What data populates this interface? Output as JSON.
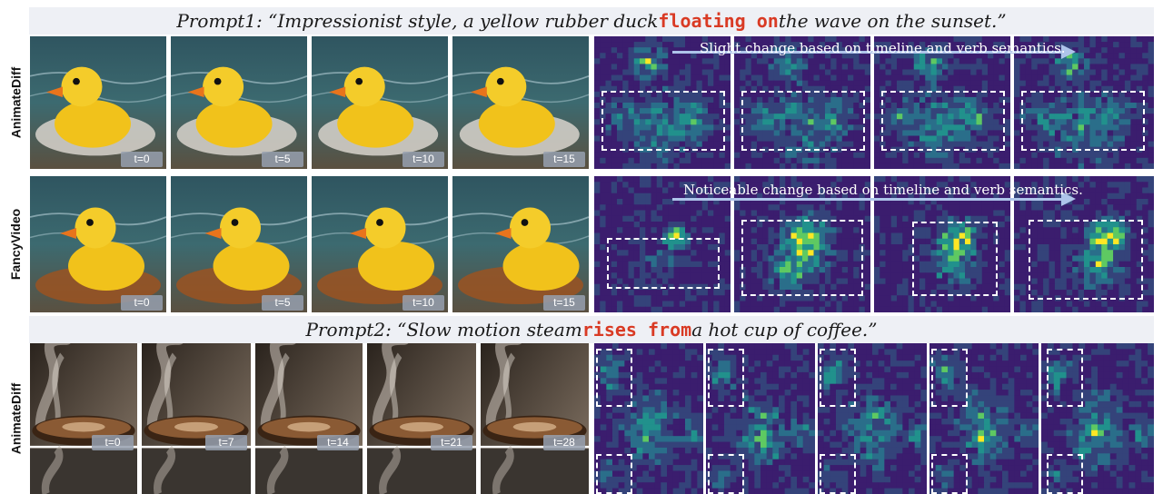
{
  "prompt1": {
    "prefix": "Prompt1: “Impressionist style, a yellow rubber duck ",
    "highlight": "floating on",
    "suffix": " the wave on the sunset.”"
  },
  "prompt2": {
    "prefix": "Prompt2: “Slow motion steam ",
    "highlight": "rises from",
    "suffix": " a hot cup of coffee.”"
  },
  "rows": {
    "animatediff_duck": {
      "label": "AnimateDiff",
      "timesteps": [
        "t=0",
        "t=5",
        "t=10",
        "t=15"
      ]
    },
    "fancyvideo_duck": {
      "label": "FancyVideo",
      "timesteps": [
        "t=0",
        "t=5",
        "t=10",
        "t=15"
      ]
    },
    "animatediff_coffee": {
      "label": "AnimateDiff",
      "timesteps": [
        "t=0",
        "t=7",
        "t=14",
        "t=21",
        "t=28"
      ]
    }
  },
  "annotations": {
    "slight": "Slight change based on timeline and verb semantics.",
    "noticeable": "Noticeable change based on timeline and verb semantics."
  },
  "colors": {
    "highlight": "#d93a24",
    "prompt_bg": "#eef0f5",
    "heatmap_low": "#3b1d6e",
    "heatmap_mid": "#21918c",
    "heatmap_high": "#fde725",
    "arrow": "#aec4ea"
  }
}
